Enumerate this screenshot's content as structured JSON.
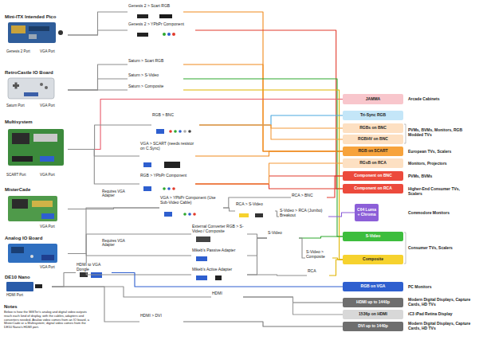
{
  "diagram": {
    "nodes": [
      {
        "text": [
          "Mini-ITX Intended Pico"
        ]
      },
      {
        "text": [
          "RetroCastle IO Board"
        ]
      },
      {
        "text": [
          "Multisystem"
        ]
      },
      {
        "text": [
          "MisterCade"
        ]
      },
      {
        "text": [
          "Analog IO Board"
        ]
      },
      {
        "text": [
          "DE10 Nano"
        ]
      },
      {
        "text": [
          "HDMI to VGA Dongle"
        ]
      },
      {
        "text": [
          "Genesis 2 > Scart RGB"
        ]
      },
      {
        "text": [
          "Genesis 2 > YPbPr Component"
        ]
      },
      {
        "text": [
          "Saturn > Scart RGB"
        ]
      },
      {
        "text": [
          "Saturn > S-Video"
        ]
      },
      {
        "text": [
          "Saturn > Composite"
        ]
      },
      {
        "text": [
          "RGB > BNC"
        ]
      },
      {
        "text": [
          "VGA > SCART (needs resistor on C.Sync)"
        ]
      },
      {
        "text": [
          "RGB > YPbPr Component"
        ]
      },
      {
        "text": [
          "VGA > YPbPr Component (Use Sub-Video Cable)"
        ]
      },
      {
        "text": [
          "RCA > S-Video"
        ]
      },
      {
        "text": [
          "External Converter RGB > S-Video / Composite"
        ]
      },
      {
        "text": [
          "Mikeb's Passive Adapter"
        ]
      },
      {
        "text": [
          "Mikeb's Active Adapter"
        ]
      },
      {
        "text": [
          "S-Video"
        ]
      },
      {
        "text": [
          "S-Video > Composite"
        ]
      },
      {
        "text": [
          "RCA"
        ]
      },
      {
        "text": [
          "RCA > BNC"
        ]
      },
      {
        "text": [
          "S-Video > RCA (Jumbo) Breakout"
        ]
      },
      {
        "text": [
          "HDMI"
        ]
      },
      {
        "text": [
          "HDMI > DVI"
        ]
      },
      {
        "text": [
          "JAMMA"
        ]
      },
      {
        "text": [
          "Tri-Sync RGB"
        ]
      },
      {
        "text": [
          "RGBs on BNC"
        ]
      },
      {
        "text": [
          "RGBHV on BNC"
        ]
      },
      {
        "text": [
          "RGB on SCART"
        ]
      },
      {
        "text": [
          "RGsB on RCA"
        ]
      },
      {
        "text": [
          "Component on BNC"
        ]
      },
      {
        "text": [
          "Component on RCA"
        ]
      },
      {
        "text": [
          "C64 Luma + Chroma"
        ]
      },
      {
        "text": [
          "S-Video"
        ]
      },
      {
        "text": [
          "Composite"
        ]
      },
      {
        "text": [
          "RGB on VGA"
        ]
      },
      {
        "text": [
          "HDMI up to 1440p"
        ]
      },
      {
        "text": [
          "1536p on HDMI"
        ]
      },
      {
        "text": [
          "DVI up to 1440p"
        ]
      }
    ],
    "edges": [
      {
        "from": 0,
        "to": 7,
        "arrow": "none"
      },
      {
        "from": 0,
        "to": 8,
        "arrow": "none"
      },
      {
        "from": 1,
        "to": 9,
        "arrow": "none"
      },
      {
        "from": 1,
        "to": 10,
        "arrow": "none"
      },
      {
        "from": 1,
        "to": 11,
        "arrow": "none"
      },
      {
        "from": 7,
        "to": 31,
        "arrow": "none"
      },
      {
        "from": 8,
        "to": 34,
        "arrow": "none"
      },
      {
        "from": 9,
        "to": 31,
        "arrow": "none"
      },
      {
        "from": 10,
        "to": 36,
        "arrow": "none"
      },
      {
        "from": 11,
        "to": 37,
        "arrow": "none"
      },
      {
        "from": 2,
        "to": 27,
        "arrow": "none"
      },
      {
        "from": 2,
        "to": 12,
        "arrow": "none"
      },
      {
        "from": 2,
        "to": 13,
        "arrow": "none"
      },
      {
        "from": 2,
        "to": 14,
        "arrow": "none"
      },
      {
        "from": 12,
        "to": 28,
        "arrow": "none"
      },
      {
        "from": 12,
        "to": 29,
        "arrow": "none"
      },
      {
        "from": 12,
        "to": 30,
        "arrow": "none"
      },
      {
        "from": 13,
        "to": 31,
        "arrow": "none"
      },
      {
        "from": 14,
        "to": 33,
        "arrow": "none"
      },
      {
        "from": 14,
        "to": 34,
        "arrow": "none"
      },
      {
        "from": 3,
        "to": 15,
        "arrow": "none"
      },
      {
        "from": 4,
        "to": 15,
        "arrow": "none"
      },
      {
        "from": 15,
        "to": 16,
        "arrow": "none"
      },
      {
        "from": 15,
        "to": 23,
        "arrow": "none"
      },
      {
        "from": 23,
        "to": 33,
        "arrow": "none"
      },
      {
        "from": 16,
        "to": 24,
        "arrow": "none"
      },
      {
        "from": 24,
        "to": 35,
        "arrow": "none"
      },
      {
        "from": 4,
        "to": 17,
        "arrow": "none"
      },
      {
        "from": 4,
        "to": 18,
        "arrow": "none"
      },
      {
        "from": 4,
        "to": 19,
        "arrow": "none"
      },
      {
        "from": 17,
        "to": 20,
        "arrow": "none"
      },
      {
        "from": 18,
        "to": 20,
        "arrow": "none"
      },
      {
        "from": 19,
        "to": 20,
        "arrow": "none"
      },
      {
        "from": 20,
        "to": 36,
        "arrow": "none"
      },
      {
        "from": 20,
        "to": 21,
        "arrow": "none"
      },
      {
        "from": 21,
        "to": 37,
        "arrow": "none"
      },
      {
        "from": 19,
        "to": 22,
        "arrow": "none"
      },
      {
        "from": 22,
        "to": 37,
        "arrow": "none"
      },
      {
        "from": 5,
        "to": 6,
        "arrow": "none"
      },
      {
        "from": 6,
        "to": 38,
        "arrow": "none"
      },
      {
        "from": 5,
        "to": 25,
        "arrow": "none"
      },
      {
        "from": 25,
        "to": 39,
        "arrow": "none"
      },
      {
        "from": 25,
        "to": 40,
        "arrow": "none"
      },
      {
        "from": 5,
        "to": 26,
        "arrow": "none"
      },
      {
        "from": 26,
        "to": 41,
        "arrow": "none"
      },
      {
        "from": 14,
        "to": 32,
        "arrow": "none"
      }
    ],
    "labels": [
      "Genesis 2 Port",
      "VGA Port",
      "Saturn Port",
      "VGA Port",
      "SCART Port",
      "VGA Port",
      "VGA Port",
      "VGA Port",
      "HDMI Port",
      "Requires VGA Adapter",
      "Requires VGA Adapter",
      "Arcade Cabinets",
      "PVMs, BVMs, Monitors, RGB Modded TVs",
      "European TVs, Scalers",
      "Monitors, Projectors",
      "PVMs, BVMs",
      "Higher-End Consumer TVs, Scalers",
      "Commodore Monitors",
      "Consumer TVs, Scalers",
      "PC Monitors",
      "Modern Digital Displays, Capture Cards, HD TVs",
      "iC3 iPad Retina Display",
      "Modern Digital Displays, Capture Cards, HD TVs",
      "Notes",
      "Below is how the MiSTer's analog and digital video outputs reach each kind of display, with the cables, adapters and converters needed. Analog video comes from an IO board, a MisterCade or a Multisystem; digital video comes from the DE10 Nano's HDMI port."
    ]
  }
}
